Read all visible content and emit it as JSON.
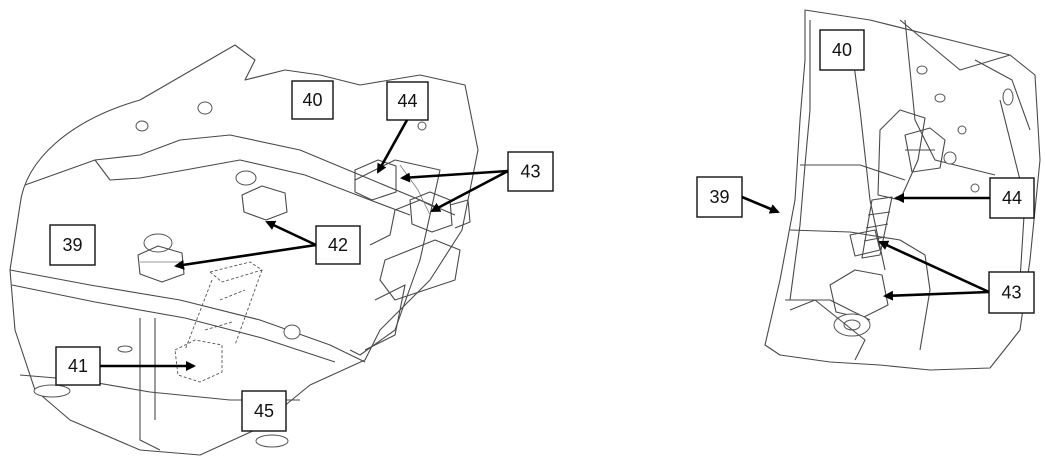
{
  "left_view": {
    "callouts": [
      {
        "id": "c40",
        "text": "40"
      },
      {
        "id": "c44",
        "text": "44"
      },
      {
        "id": "c43",
        "text": "43"
      },
      {
        "id": "c42",
        "text": "42"
      },
      {
        "id": "c39",
        "text": "39"
      },
      {
        "id": "c41",
        "text": "41"
      },
      {
        "id": "c45",
        "text": "45"
      }
    ]
  },
  "right_view": {
    "callouts": [
      {
        "id": "c40",
        "text": "40"
      },
      {
        "id": "c39",
        "text": "39"
      },
      {
        "id": "c44",
        "text": "44"
      },
      {
        "id": "c43",
        "text": "43"
      }
    ]
  },
  "colors": {
    "line": "#4a4a4a",
    "arrow": "#000000",
    "box": "#111111",
    "background": "#ffffff"
  }
}
